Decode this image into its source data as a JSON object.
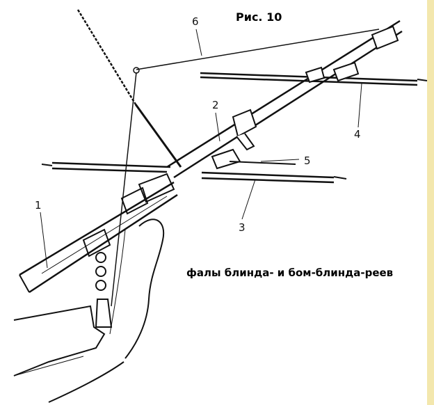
{
  "figure": {
    "title": "Рис. 10",
    "caption": "фалы блинда- и бом-блинда-реев",
    "labels": [
      {
        "id": "1",
        "text": "1"
      },
      {
        "id": "2",
        "text": "2"
      },
      {
        "id": "3",
        "text": "3"
      },
      {
        "id": "4",
        "text": "4"
      },
      {
        "id": "5",
        "text": "5"
      },
      {
        "id": "6",
        "text": "6"
      }
    ]
  }
}
